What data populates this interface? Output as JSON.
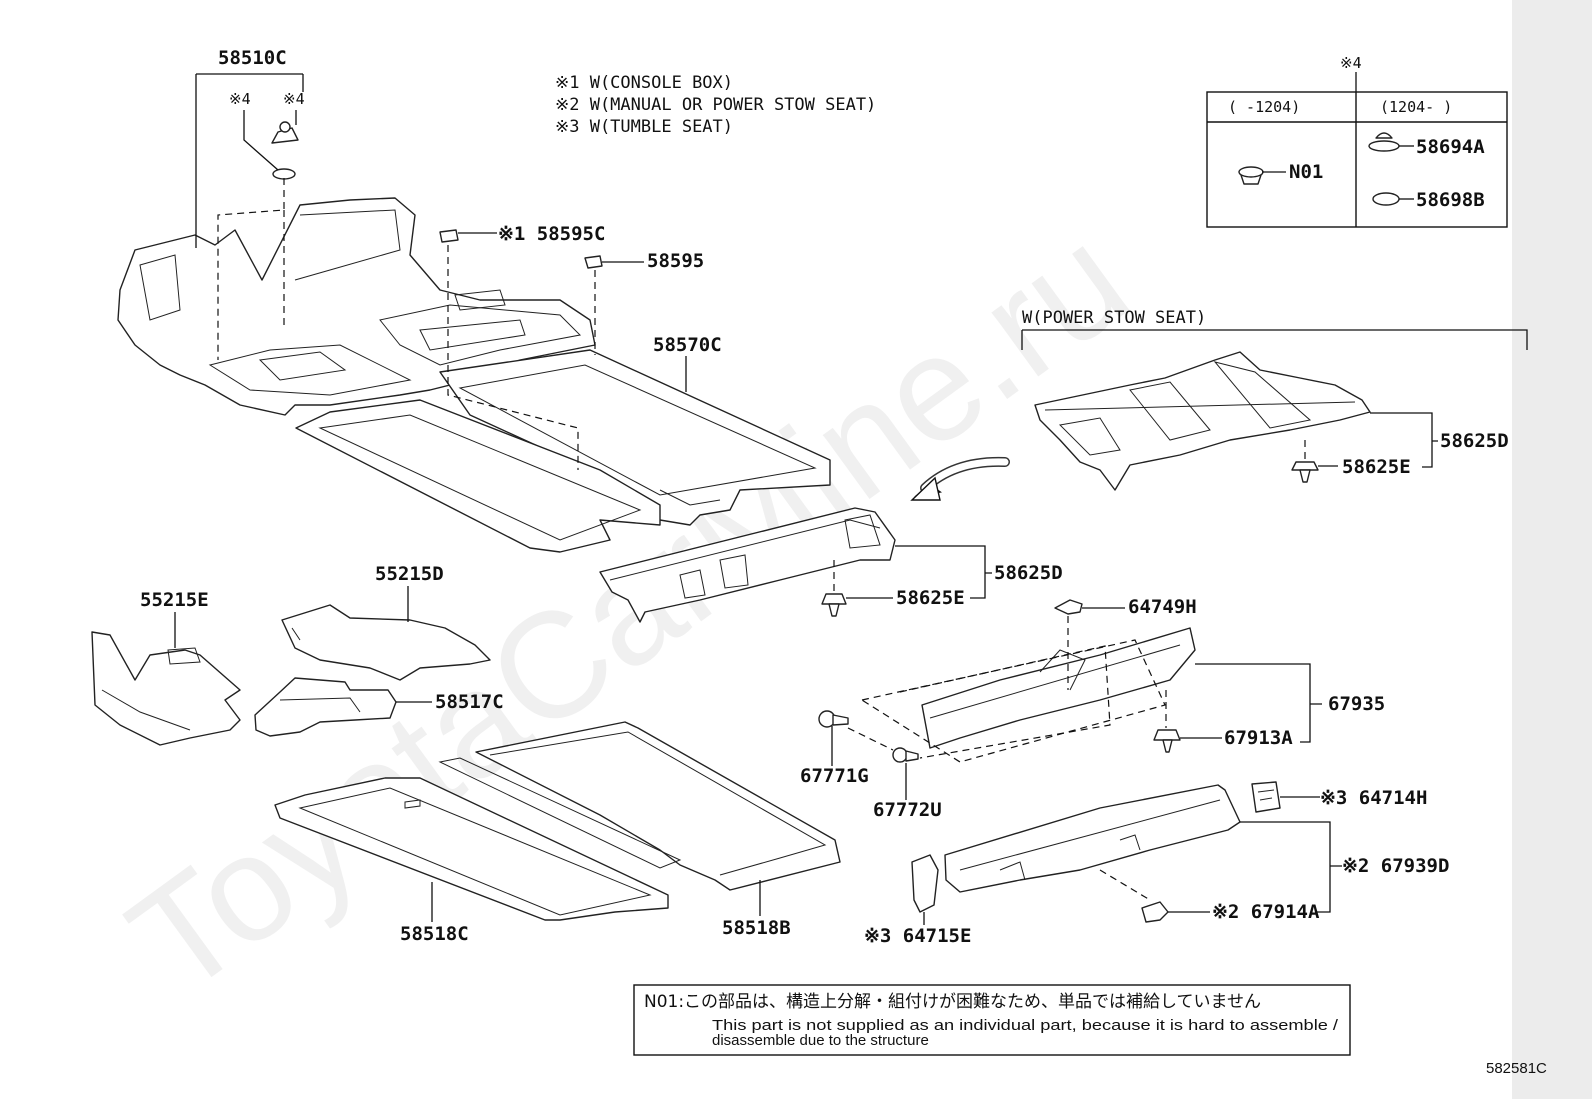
{
  "watermark": "ToyotaCarMine.ru",
  "figure_code": "582581C",
  "conditions": [
    "※1 W(CONSOLE BOX)",
    "※2 W(MANUAL OR POWER STOW SEAT)",
    "※3 W(TUMBLE SEAT)"
  ],
  "variant_table": {
    "ref_mark": "※4",
    "col_before": "(   -1204)",
    "col_after": "(1204-   )",
    "part_before": "N01",
    "parts_after": [
      "58694A",
      "58698B"
    ]
  },
  "power_stow_caption": "W(POWER STOW SEAT)",
  "parts": {
    "p58510C": "58510C",
    "mark4a": "※4",
    "mark4b": "※4",
    "p58595C": "※1 58595C",
    "p58595": "58595",
    "p58570C": "58570C",
    "p58625D_upper": "58625D",
    "p58625E_upper": "58625E",
    "p58625D_mid": "58625D",
    "p58625E_mid": "58625E",
    "p55215D": "55215D",
    "p55215E": "55215E",
    "p58517C": "58517C",
    "p64749H": "64749H",
    "p67935": "67935",
    "p67913A": "67913A",
    "p67771G": "67771G",
    "p67772U": "67772U",
    "p64714H": "※3 64714H",
    "p67939D": "※2  67939D",
    "p67914A": "※2 67914A",
    "p64715E": "※3 64715E",
    "p58518C": "58518C",
    "p58518B": "58518B"
  },
  "footnote": {
    "code": "N01:",
    "japanese": "この部品は、構造上分解・組付けが困難なため、単品では補給していません",
    "english_line1": "This part is not supplied as an individual part, because it is hard to assemble /",
    "english_line2": "disassemble due to the structure"
  }
}
